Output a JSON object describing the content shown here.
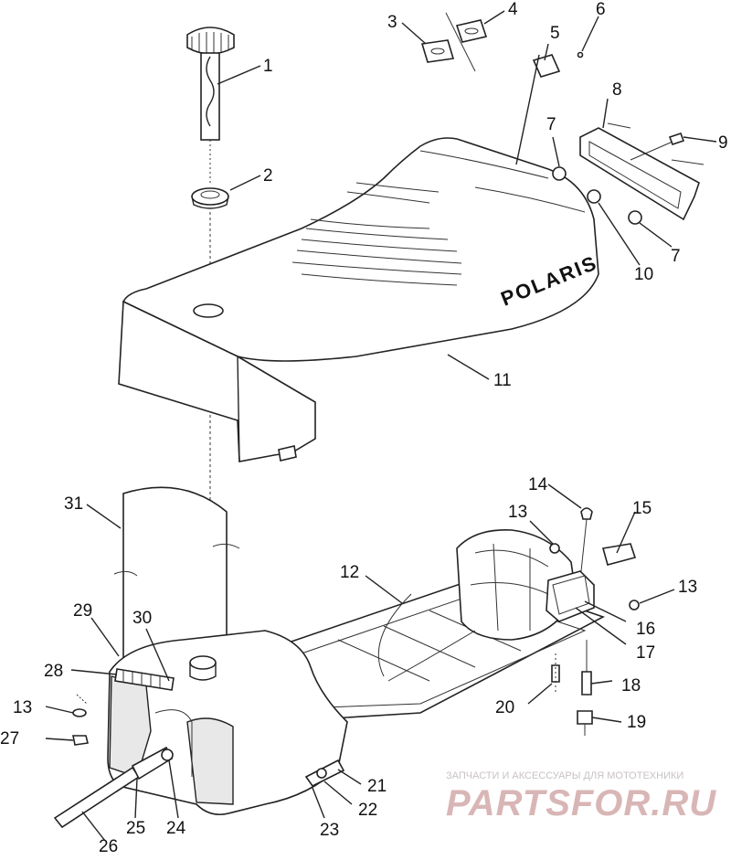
{
  "brand_text": "POLARIS",
  "callouts": [
    {
      "n": "1"
    },
    {
      "n": "2"
    },
    {
      "n": "3"
    },
    {
      "n": "4"
    },
    {
      "n": "5"
    },
    {
      "n": "6"
    },
    {
      "n": "7"
    },
    {
      "n": "7"
    },
    {
      "n": "8"
    },
    {
      "n": "9"
    },
    {
      "n": "10"
    },
    {
      "n": "11"
    },
    {
      "n": "12"
    },
    {
      "n": "13"
    },
    {
      "n": "13"
    },
    {
      "n": "13"
    },
    {
      "n": "14"
    },
    {
      "n": "15"
    },
    {
      "n": "16"
    },
    {
      "n": "17"
    },
    {
      "n": "18"
    },
    {
      "n": "19"
    },
    {
      "n": "20"
    },
    {
      "n": "21"
    },
    {
      "n": "22"
    },
    {
      "n": "23"
    },
    {
      "n": "24"
    },
    {
      "n": "25"
    },
    {
      "n": "26"
    },
    {
      "n": "27"
    },
    {
      "n": "28"
    },
    {
      "n": "29"
    },
    {
      "n": "30"
    },
    {
      "n": "31"
    }
  ],
  "watermark": {
    "tagline": "ЗАПЧАСТИ И АКСЕССУАРЫ ДЛЯ МОТОТЕХНИКИ",
    "logo": "PARTSFOR.RU"
  },
  "colors": {
    "line": "#222222",
    "watermark": "#d9b6b6"
  }
}
